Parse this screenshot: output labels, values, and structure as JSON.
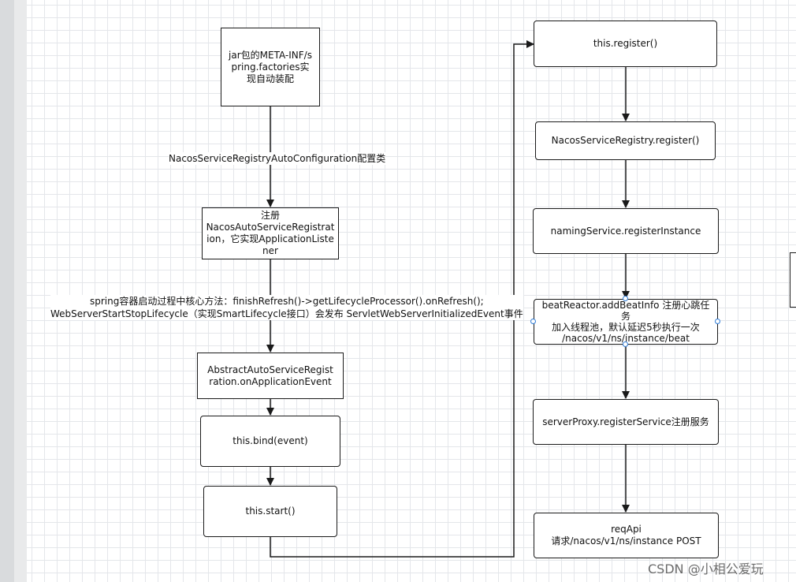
{
  "nodes": {
    "jar_spring_factories": "jar包的META-INF/spring.factories实现自动装配",
    "register_nacos_registration": "注册\nNacosAutoServiceRegistration，它实现ApplicationListener",
    "abstract_on_application_event": "AbstractAutoServiceRegistration.onApplicationEvent",
    "this_bind_event": "this.bind(event)",
    "this_start": "this.start()",
    "this_register": "this.register()",
    "nacos_service_registry_register": "NacosServiceRegistry.register()",
    "naming_service_register_instance": "namingService.registerInstance",
    "beat_reactor_add_beat_info": "beatReactor.addBeatInfo 注册心跳任务\n加入线程池，默认延迟5秒执行一次\n/nacos/v1/ns/instance/beat",
    "server_proxy_register_service": "serverProxy.registerService注册服务",
    "req_api": "reqApi\n请求/nacos/v1/ns/instance POST"
  },
  "edge_labels": {
    "auto_configuration": "NacosServiceRegistryAutoConfiguration配置类",
    "spring_refresh": "spring容器启动过程中核心方法：finishRefresh()->getLifecycleProcessor().onRefresh();\nWebServerStartStopLifecycle（实现SmartLifecycle接口）会发布 ServletWebServerInitializedEvent事件"
  },
  "watermark": "CSDN @小相公爱玩",
  "colors": {
    "stroke": "#1a1a1a",
    "grid": "#e4e6ea",
    "selection_handle": "#2e7bd6"
  }
}
